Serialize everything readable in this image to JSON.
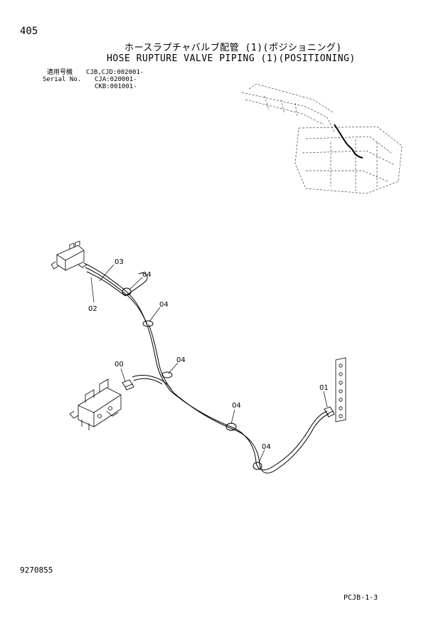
{
  "header": {
    "page_number": "405",
    "title_jp": "ホースラプチャバルブ配管 (1)(ポジショニング)",
    "title_en": "HOSE RUPTURE VALVE PIPING (1)(POSITIONING)"
  },
  "serial": {
    "label_jp": "適用号機",
    "label_en": "Serial No.",
    "ranges": [
      "CJB,CJD:002001-",
      "CJA:020001-",
      "CKB:001001-"
    ]
  },
  "callouts": [
    "00",
    "01",
    "02",
    "03",
    "04",
    "04",
    "04",
    "04",
    "04"
  ],
  "footer": {
    "drawing_number": "9270855",
    "page_ref": "PCJB-1-3"
  }
}
